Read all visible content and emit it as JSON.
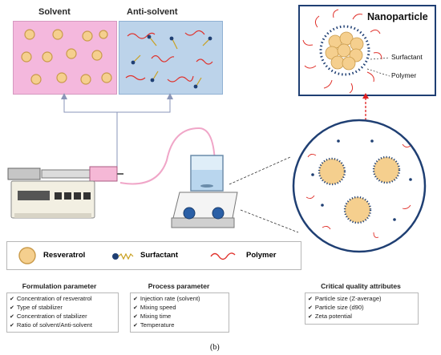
{
  "top": {
    "solvent_label": "Solvent",
    "antisolvent_label": "Anti-solvent",
    "nanoparticle_title": "Nanoparticle",
    "surfactant_callout": "Surfactant",
    "polymer_callout": "Polymer"
  },
  "legend": {
    "resveratrol": "Resveratrol",
    "surfactant": "Surfactant",
    "polymer": "Polymer"
  },
  "formulation": {
    "title": "Formulation parameter",
    "items": [
      "Concentration of resveratrol",
      "Type of stabilizer",
      "Concentration of stabilizer",
      "Ratio of solvent/Anti-solvent"
    ]
  },
  "process": {
    "title": "Process parameter",
    "items": [
      "Injection rate (solvent)",
      "Mixing speed",
      "Mixing time",
      "Temperature"
    ]
  },
  "quality": {
    "title": "Critical quality attributes",
    "items": [
      "Particle size (Z-average)",
      "Particle size (d90)",
      "Zeta potential"
    ]
  },
  "caption": "(b)",
  "colors": {
    "solvent_bg": "#f4b8dd",
    "antisolvent_bg": "#bcd3ea",
    "particle_fill": "#f5cf8e",
    "polymer_red": "#e0312b",
    "frame_blue": "#1f3f73",
    "arrow_red": "#e02020"
  }
}
